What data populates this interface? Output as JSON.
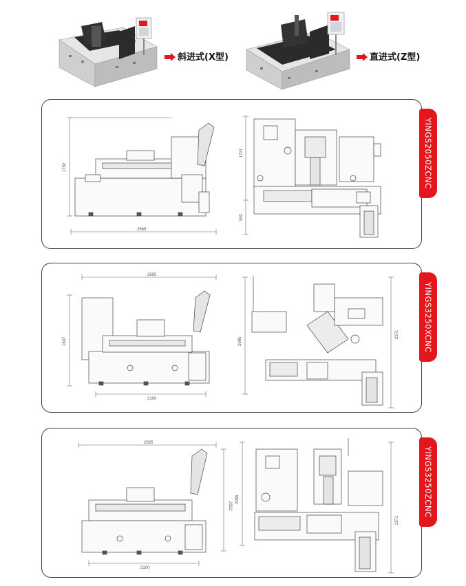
{
  "top": {
    "left_label": "斜进式(X型)",
    "right_label": "直进式(Z型)"
  },
  "panels": [
    {
      "model": "YINGS2050ZCNC",
      "dims": {
        "left_width": "2665",
        "left_height": "1792",
        "right_top": "1721",
        "right_bottom": "552"
      }
    },
    {
      "model": "YINGS3250XCNC",
      "dims": {
        "left_top": "2695",
        "left_width": "2100",
        "left_height": "1637",
        "right_left": "2085",
        "right_right": "2571"
      }
    },
    {
      "model": "YINGS3250ZCNC",
      "dims": {
        "left_top": "2695",
        "left_width": "2100",
        "left_height": "2022",
        "right_left": "2085",
        "right_right": "2571"
      }
    }
  ],
  "colors": {
    "accent": "#e3161e",
    "machine_dark": "#2b2b2b",
    "machine_light": "#d9d9d9"
  },
  "icons": {
    "pointer": "arrow-right-icon"
  }
}
